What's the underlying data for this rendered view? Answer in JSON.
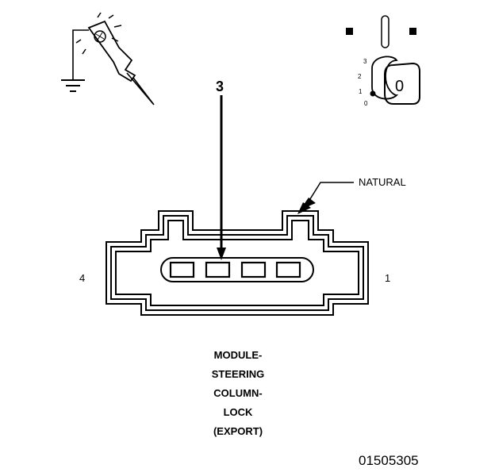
{
  "labels": {
    "pin_callout": "3",
    "left_pin": "4",
    "right_pin": "1",
    "connector_color": "NATURAL",
    "figure_number": "01505305"
  },
  "ignition": {
    "positions": [
      "3",
      "2",
      "1",
      "0"
    ],
    "key_label": "0"
  },
  "caption_lines": [
    "MODULE-",
    "STEERING",
    "COLUMN-",
    "LOCK",
    "(EXPORT)"
  ],
  "icons": [
    "test-probe-icon",
    "ground-symbol-icon",
    "ignition-switch-icon",
    "ignition-key-icon",
    "connector-icon"
  ]
}
